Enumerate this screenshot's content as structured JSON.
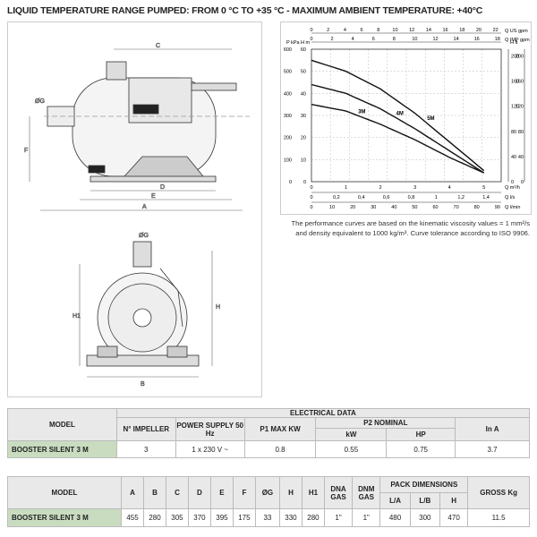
{
  "header": {
    "title": "LIQUID TEMPERATURE RANGE PUMPED: FROM 0 °C TO +35 °C - MAXIMUM AMBIENT TEMPERATURE: +40°C"
  },
  "drawing": {
    "dim_labels_top": [
      "C",
      "D",
      "E",
      "A",
      "F",
      "ØG"
    ],
    "dim_labels_front": [
      "ØG",
      "H1",
      "H",
      "B"
    ]
  },
  "chart_data": {
    "type": "line",
    "top_axis_1_label": "Q US gpm",
    "top_axis_1_ticks": [
      "0",
      "2",
      "4",
      "6",
      "8",
      "10",
      "12",
      "14",
      "16",
      "18",
      "20",
      "22"
    ],
    "top_axis_2_label": "Q IMP gpm",
    "top_axis_2_ticks": [
      "0",
      "2",
      "4",
      "6",
      "8",
      "10",
      "12",
      "14",
      "16",
      "18"
    ],
    "bottom_axis_1_label": "Q m³/h",
    "bottom_axis_1_ticks": [
      "0",
      "1",
      "2",
      "3",
      "4",
      "5"
    ],
    "bottom_axis_2_label": "Q l/s",
    "bottom_axis_2_ticks": [
      "0",
      "0,2",
      "0,4",
      "0,6",
      "0,8",
      "1",
      "1,2",
      "1,4"
    ],
    "bottom_axis_3_label": "Q l/min",
    "bottom_axis_3_ticks": [
      "0",
      "10",
      "20",
      "30",
      "40",
      "50",
      "60",
      "70",
      "80",
      "90"
    ],
    "left_axis_1_label": "P kPa",
    "left_axis_1_ticks": [
      "0",
      "100",
      "200",
      "300",
      "400",
      "500",
      "600"
    ],
    "left_axis_2_label": "H m",
    "left_axis_2_ticks": [
      "0",
      "10",
      "20",
      "30",
      "40",
      "50",
      "60"
    ],
    "right_axis_1_label": "H ft",
    "right_axis_1_ticks": [
      "0",
      "40",
      "80",
      "120",
      "160",
      "200"
    ],
    "right_axis_2_label": "H ft",
    "right_axis_2_ticks": [
      "0",
      "40",
      "80",
      "120",
      "160",
      "200"
    ],
    "xlim": [
      0,
      5.5
    ],
    "ylim": [
      0,
      60
    ],
    "series": [
      {
        "name": "3M",
        "x": [
          0,
          1,
          2,
          3,
          4,
          5
        ],
        "y": [
          35,
          32,
          26,
          19,
          11,
          4
        ]
      },
      {
        "name": "4M",
        "x": [
          0,
          1,
          2,
          3,
          4,
          5
        ],
        "y": [
          44,
          40,
          33,
          24,
          14,
          4
        ]
      },
      {
        "name": "5M",
        "x": [
          0,
          1,
          2,
          3,
          4,
          5
        ],
        "y": [
          55,
          50,
          42,
          31,
          18,
          5
        ]
      }
    ]
  },
  "note": "The performance curves are based on the kinematic viscosity values = 1 mm²/s and density equivalent to 1000 kg/m³. Curve tolerance according to ISO 9906.",
  "table1": {
    "model_header": "MODEL",
    "group_header": "ELECTRICAL DATA",
    "impeller_header": "N° IMPELLER",
    "power_header": "POWER SUPPLY 50 Hz",
    "p1_header": "P1 MAX KW",
    "p2_header": "P2 NOMINAL",
    "p2_kw": "kW",
    "p2_hp": "HP",
    "in_header": "In A",
    "row": {
      "model": "BOOSTER SILENT 3 M",
      "impeller": "3",
      "power": "1 x 230 V ~",
      "p1": "0.8",
      "kw": "0.55",
      "hp": "0.75",
      "in": "3.7"
    }
  },
  "table2": {
    "headers": [
      "MODEL",
      "A",
      "B",
      "C",
      "D",
      "E",
      "F",
      "ØG",
      "H",
      "H1",
      "DNA GAS",
      "DNM GAS"
    ],
    "pack_header": "PACK DIMENSIONS",
    "pack_sub": [
      "L/A",
      "L/B",
      "H"
    ],
    "gross_header": "GROSS Kg",
    "row": [
      "BOOSTER SILENT 3 M",
      "455",
      "280",
      "305",
      "370",
      "395",
      "175",
      "33",
      "330",
      "280",
      "1\"",
      "1\"",
      "480",
      "300",
      "470",
      "11.5"
    ]
  }
}
